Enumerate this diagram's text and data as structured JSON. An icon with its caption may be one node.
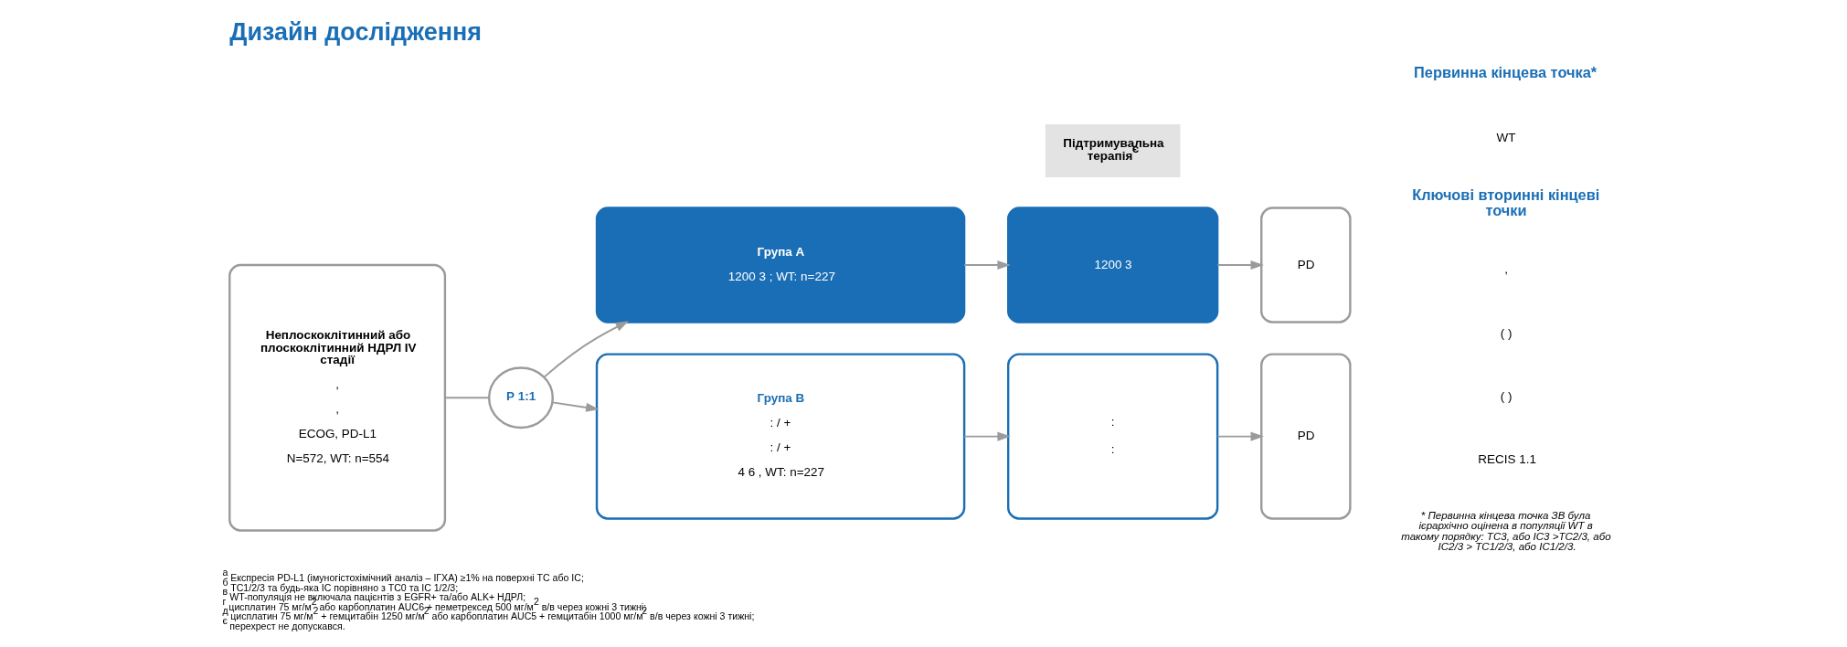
{
  "diagram": {
    "title": "Дизайн дослідження",
    "caption": "$^{а}$ Експресія PD-L1 (імуногістохімічний аналіз – ІГХА) ≥1% на поверхні ТС або ІС; $^{б}$ ТС1/2/3 та будь-яка ІС порівняно з ТС0 та ІС 1/2/3; $^{в}$ WT-популяція не включала пацієнтів з EGFR+ та/або ALK+ НДРЛ; $^{г}$ цисплатин 75 мг/м$^{2}$ або карбоплатин AUC6 + пеметрексед 500 мг/м$^{2}$ в/в через кожні 3 тижні; $^{д}$ цисплатин 75 мг/м$^{2}$ + гемцитабін 1250 мг/м$^{2}$ або карбоплатин AUC5 + гемцитабін 1000 мг/м$^{2}$ в/в через кожні 3 тижні; $^{є}$ перехрест не допускався.",
    "nodes": [
      {
        "text": [
          "Неплоскоклітинний або плоскоклітинний НДРЛ IV стадії",
          ",",
          ",",
          "ECOG, PD-L1",
          "N=572, WT: n=554"
        ]
      },
      {
        "text": [
          "Р 1:1"
        ]
      },
      {
        "text": [
          "Група А",
          "1200 3 ; WT: n=227"
        ]
      },
      {
        "text": [
          "Група В",
          ": / +",
          ": / +",
          "4 6 , WT: n=227"
        ]
      },
      {
        "text": [
          "Підтримувальна терапія$^{є}$"
        ]
      },
      {
        "text": [
          "1200 3"
        ]
      },
      {
        "text": [
          ":",
          ":"
        ]
      },
      {
        "text": [
          "PD"
        ]
      },
      {
        "text": [
          "PD"
        ]
      }
    ],
    "edges": [
      {
        "from": 0,
        "to": 1,
        "arrow": "none"
      },
      {
        "from": 1,
        "to": 2,
        "arrow": "to"
      },
      {
        "from": 1,
        "to": 3,
        "arrow": "to"
      },
      {
        "from": 2,
        "to": 5,
        "arrow": "to"
      },
      {
        "from": 3,
        "to": 6,
        "arrow": "to"
      },
      {
        "from": 5,
        "to": 7,
        "arrow": "to"
      },
      {
        "from": 6,
        "to": 8,
        "arrow": "to"
      }
    ],
    "labels": [
      "Первинна кінцева точка*",
      "WT",
      "Ключові вторинні кінцеві точки",
      ",",
      "( )",
      "( )",
      "RECIS 1.1",
      "* Первинна кінцева точка ЗВ була ієрархічно оцінена в популяції WT в такому порядку: ТС3, або ІС3 >ТС2/3, або ІС2/3 > ТС1/2/3, або ІС1/2/3."
    ]
  }
}
